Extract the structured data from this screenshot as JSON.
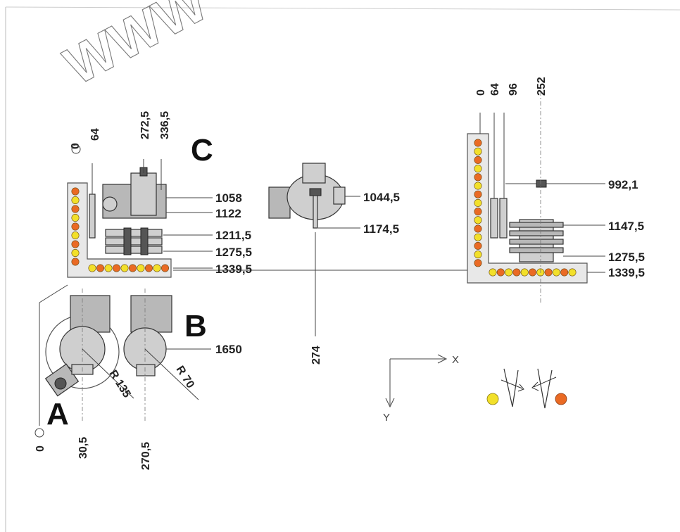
{
  "watermark": "WWW",
  "letters": {
    "a": "A",
    "b": "B",
    "c": "C"
  },
  "left_block": {
    "top_dims": [
      "0",
      "64",
      "272,5",
      "336,5"
    ],
    "right_dims": [
      "1058",
      "1122",
      "1211,5",
      "1275,5",
      "1339,5"
    ],
    "bottom_dims": [
      "0",
      "30,5",
      "270,5"
    ],
    "head_dim": "1650",
    "radius_a": "R 135",
    "radius_b": "R 70"
  },
  "center_block": {
    "dims": [
      "1044,5",
      "1174,5"
    ],
    "vertical_dim": "274"
  },
  "right_block": {
    "top_dims": [
      "0",
      "64",
      "96",
      "252"
    ],
    "right_dims": [
      "992,1",
      "1147,5",
      "1275,5",
      "1339,5"
    ]
  },
  "axes": {
    "x": "X",
    "y": "Y"
  },
  "colors": {
    "yellow": "#f2e02a",
    "orange": "#ea6a24",
    "plate": "#e8e8e8"
  }
}
